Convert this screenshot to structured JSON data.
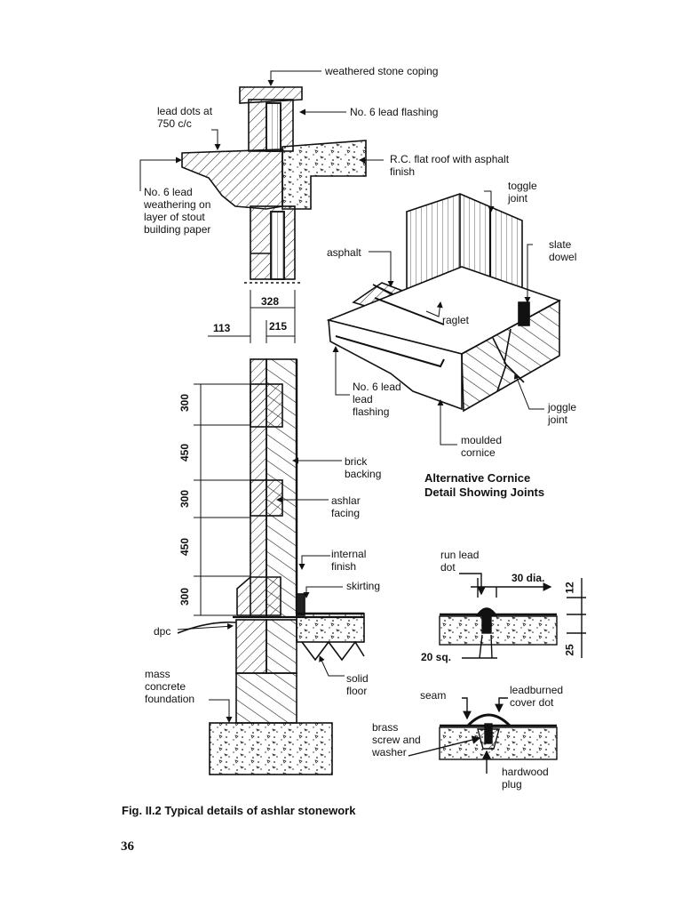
{
  "labels": {
    "weathered_stone_coping": "weathered stone coping",
    "lead_dots": "lead dots at\n750 c/c",
    "lead_flashing_top": "No. 6 lead flashing",
    "rc_flat_roof": "R.C. flat roof with asphalt\nfinish",
    "lead_weathering": "No. 6 lead\nweathering on\nlayer of stout\nbuilding paper",
    "toggle_joint": "toggle\njoint",
    "slate_dowel": "slate\ndowel",
    "asphalt": "asphalt",
    "raglet": "raglet",
    "lead_flashing_cornice": "No. 6 lead\nlead\nflashing",
    "joggle_joint": "joggle\njoint",
    "moulded_cornice": "moulded\ncornice",
    "brick_backing": "brick\nbacking",
    "ashlar_facing": "ashlar\nfacing",
    "internal_finish": "internal\nfinish",
    "skirting": "skirting",
    "dpc": "dpc",
    "mass_concrete": "mass\nconcrete\nfoundation",
    "solid_floor": "solid\nfloor",
    "run_lead_dot": "run lead\ndot",
    "seam": "seam",
    "leadburned_cover_dot": "leadburned\ncover dot",
    "brass_screw": "brass\nscrew and\nwasher",
    "hardwood_plug": "hardwood\nplug"
  },
  "dimensions": {
    "d328": "328",
    "d113": "113",
    "d215": "215",
    "v300a": "300",
    "v450a": "450",
    "v300b": "300",
    "v450b": "450",
    "v300c": "300",
    "dia30": "30 dia.",
    "d12": "12",
    "d25": "25",
    "sq20": "20 sq."
  },
  "cornice_title": "Alternative Cornice\nDetail Showing Joints",
  "caption": "Fig. II.2  Typical details of ashlar stonework",
  "page_number": "36"
}
